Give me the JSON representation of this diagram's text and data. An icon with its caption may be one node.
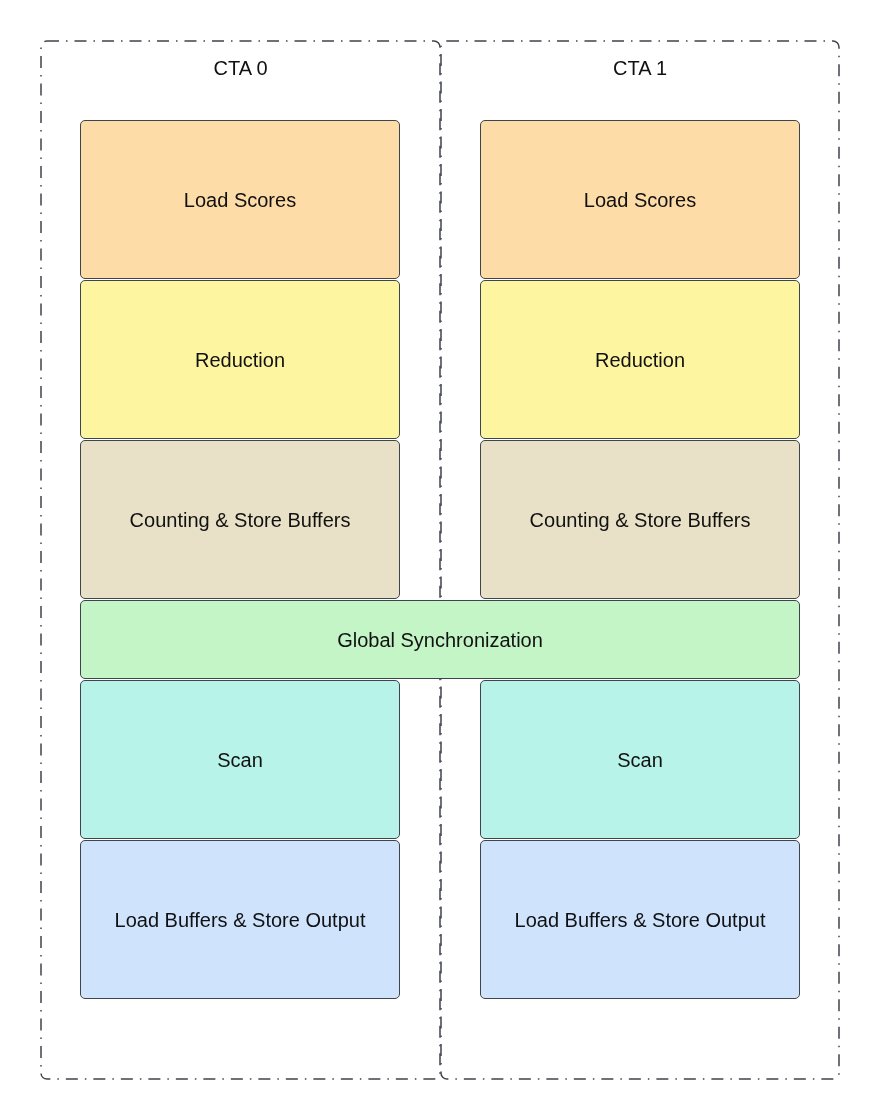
{
  "diagram": {
    "nodes": [
      {
        "text": [
          "CTA 0"
        ]
      },
      {
        "text": [
          "CTA 1"
        ]
      },
      {
        "text": [
          "Load Scores"
        ],
        "in": 0
      },
      {
        "text": [
          "Load Scores"
        ],
        "in": 1
      },
      {
        "text": [
          "Reduction"
        ],
        "in": 0
      },
      {
        "text": [
          "Reduction"
        ],
        "in": 1
      },
      {
        "text": [
          "Counting & Store Buffers"
        ],
        "in": 0
      },
      {
        "text": [
          "Counting & Store Buffers"
        ],
        "in": 1
      },
      {
        "text": [
          "Global Synchronization"
        ]
      },
      {
        "text": [
          "Scan"
        ],
        "in": 0
      },
      {
        "text": [
          "Scan"
        ],
        "in": 1
      },
      {
        "text": [
          "Load Buffers & Store Output"
        ],
        "in": 0
      },
      {
        "text": [
          "Load Buffers & Store Output"
        ],
        "in": 1
      }
    ]
  }
}
